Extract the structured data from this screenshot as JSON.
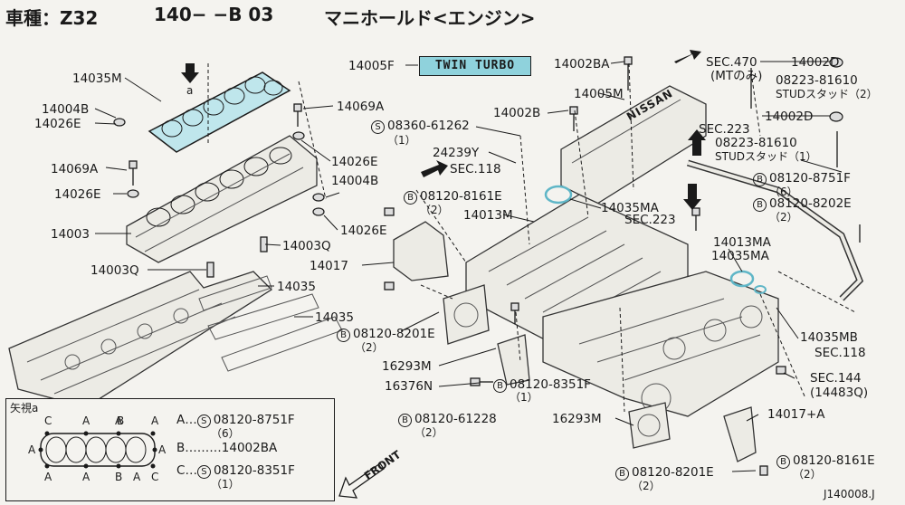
{
  "header": {
    "model": "車種：Z32",
    "serial": "140−  −B 03",
    "title": "マニホールド<エンジン>"
  },
  "callouts": [
    "14035M",
    "14004B",
    "14026E",
    "14069A",
    "14026E",
    "14003",
    "14003Q",
    "14069A",
    "14026E",
    "14004B",
    "14026E",
    "14003Q",
    "14017",
    "14035",
    "14035",
    "14005F",
    "14002BA",
    "14005M",
    "14002B",
    "24239Y",
    "SEC.118",
    "14013M",
    "14035MA",
    "SEC.223",
    "SEC.470",
    "(MTのみ)",
    "14002D",
    "08223-81610",
    "STUDスタッド（2）",
    "14002D",
    "SEC.223",
    "08223-81610",
    "STUDスタッド（1）",
    "14013MA",
    "14035MA",
    "14035MB",
    "SEC.118",
    "SEC.144",
    "(14483Q)",
    "14017+A",
    "16293M",
    "16376N",
    "16293M",
    "J140008.J"
  ],
  "bolt_callouts": [
    {
      "sym": "S",
      "code": "08360-61262",
      "qty": "（1）"
    },
    {
      "sym": "B",
      "code": "08120-8161E",
      "qty": "（2）"
    },
    {
      "sym": "B",
      "code": "08120-8751F",
      "qty": "（6）"
    },
    {
      "sym": "B",
      "code": "08120-8202E",
      "qty": "（2）"
    },
    {
      "sym": "B",
      "code": "08120-8201E",
      "qty": "（2）"
    },
    {
      "sym": "B",
      "code": "08120-8351F",
      "qty": "（1）"
    },
    {
      "sym": "B",
      "code": "08120-61228",
      "qty": "（2）"
    },
    {
      "sym": "B",
      "code": "08120-8201E",
      "qty": "（2）"
    },
    {
      "sym": "B",
      "code": "08120-8161E",
      "qty": "（2）"
    }
  ],
  "twin_turbo_label": "TWIN TURBO",
  "nissan_label": "NISSAN",
  "front_label": "FRONT",
  "view_marker": "a",
  "legend": {
    "title": "矢視a",
    "top_letters": [
      "C",
      "A",
      "A",
      "B",
      "A"
    ],
    "side_letter_left": "A",
    "side_letter_right": "A",
    "bottom_letters": [
      "A",
      "A",
      "B",
      "A",
      "C"
    ],
    "rows": [
      {
        "key": "A",
        "sym": "S",
        "code": "08120-8751F",
        "qty": "（6）"
      },
      {
        "key": "B",
        "sym": "",
        "code": "14002BA",
        "qty": ""
      },
      {
        "key": "C",
        "sym": "S",
        "code": "08120-8351F",
        "qty": "（1）"
      }
    ]
  },
  "colors": {
    "highlight": "#8fd2dc",
    "ink": "#1a1a1a",
    "paper": "#f4f3ef"
  }
}
